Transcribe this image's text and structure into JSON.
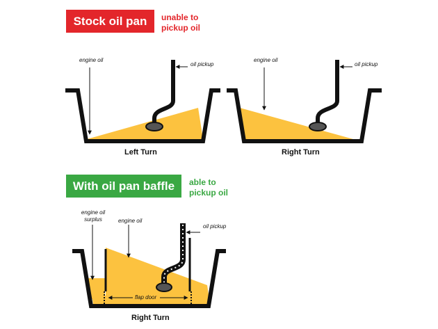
{
  "top": {
    "banner": "Stock oil pan",
    "note_line1": "unable to",
    "note_line2": "pickup oil",
    "left_pan": {
      "label_oil": "engine oil",
      "label_pickup": "oil pickup",
      "caption": "Left Turn"
    },
    "right_pan": {
      "label_oil": "engine oil",
      "label_pickup": "oil pickup",
      "caption": "Right Turn"
    }
  },
  "bottom": {
    "banner": "With oil pan baffle",
    "note_line1": "able to",
    "note_line2": "pickup oil",
    "label_surplus_1": "engine oil",
    "label_surplus_2": "surplus",
    "label_oil": "engine oil",
    "label_pickup": "oil pickup",
    "label_flap": "flap door",
    "caption": "Right Turn"
  },
  "colors": {
    "stock": "#e3262b",
    "baffle": "#3aa843",
    "oil": "#fcc23f",
    "pan": "#111111"
  }
}
